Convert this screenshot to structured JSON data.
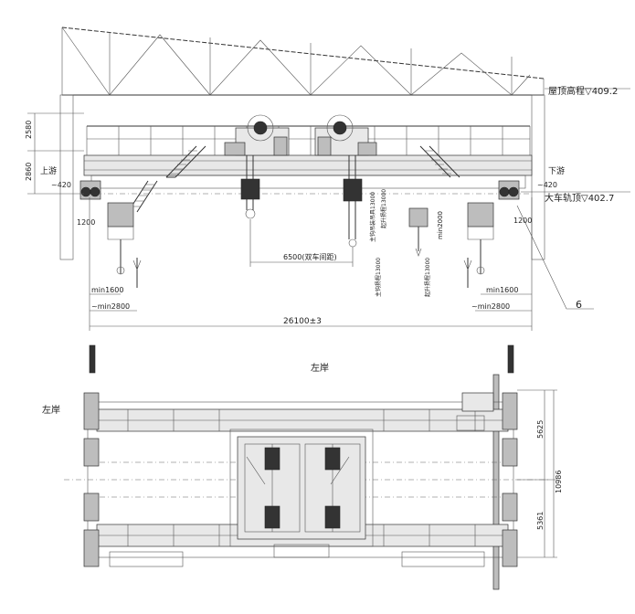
{
  "elevation": {
    "roof_label": "屋顶高程▽409.2",
    "rail_label": "大车轨顶▽402.7",
    "upstream": "上游",
    "downstream": "下游",
    "dim_2580": "2580",
    "dim_2860": "2860",
    "dim_420_left": "~420",
    "dim_420_right": "~420",
    "dim_1200_left": "1200",
    "dim_1200_right": "1200",
    "dim_6500": "6500(双车间距)",
    "main_hook_lift": "主钩扬程13000",
    "aux_hook_lift": "起升扬程13000",
    "aux_hook_lift_2": "起升扬程13000",
    "main_hook_down": "主钩吊装吊具13000",
    "min2000": "min2000",
    "min1600_left": "min1600",
    "min1600_right": "min1600",
    "min2800_left": "~min2800",
    "min2800_right": "~min2800",
    "span": "26100±3",
    "callout_6": "6"
  },
  "plan": {
    "left_bank_top": "左岸",
    "left_bank_side": "左岸",
    "dim_5625": "5625",
    "dim_10986": "10986",
    "dim_5361": "5361"
  }
}
